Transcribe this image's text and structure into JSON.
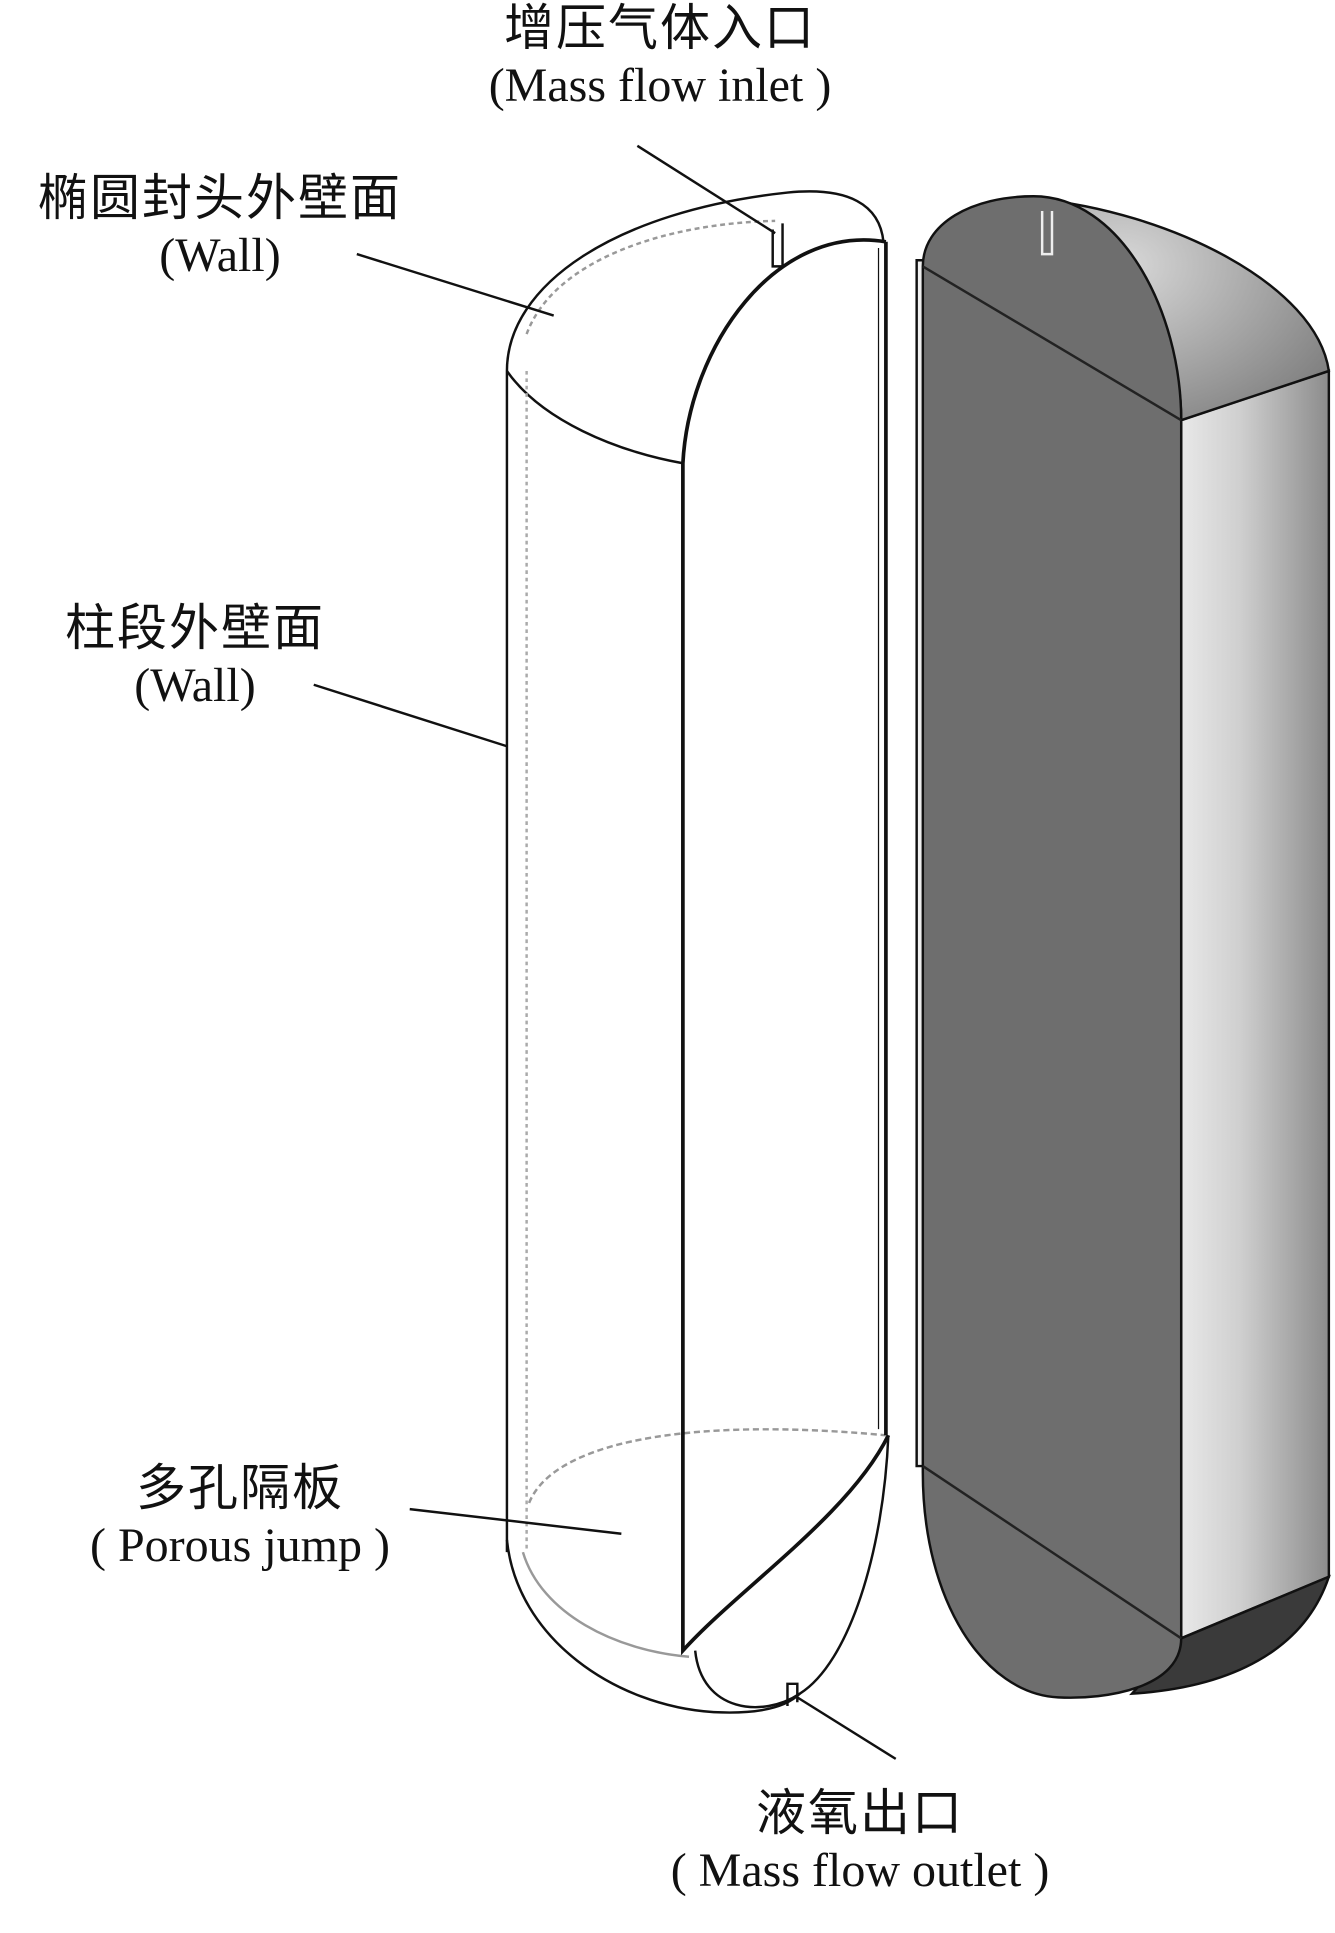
{
  "labels": {
    "inlet": {
      "zh": "增压气体入口",
      "en": "(Mass flow inlet )"
    },
    "head_wall": {
      "zh": "椭圆封头外壁面",
      "en": "(Wall)"
    },
    "column_wall": {
      "zh": "柱段外壁面",
      "en": "(Wall)"
    },
    "porous": {
      "zh": "多孔隔板",
      "en": "( Porous jump )"
    },
    "outlet": {
      "zh": "液氧出口",
      "en": "( Mass flow outlet )"
    }
  },
  "colors": {
    "panel_dark": "#6e6e6e",
    "shell_light": "#b8b8b8",
    "line": "#111111"
  }
}
